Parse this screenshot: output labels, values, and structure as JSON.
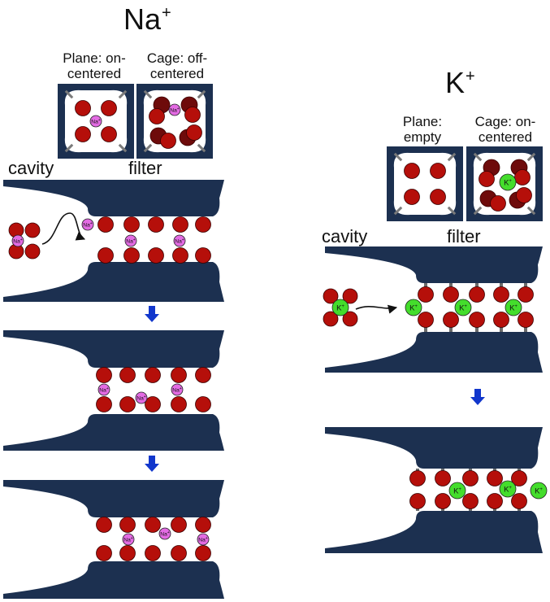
{
  "panels": {
    "na": {
      "title": "Na",
      "title_sup": "+",
      "plane_caption_1": "Plane: on-",
      "plane_caption_2": "centered",
      "cage_caption_1": "Cage: off-",
      "cage_caption_2": "centered",
      "cavity_label": "cavity",
      "filter_label": "filter",
      "ion_label": "Na",
      "ion_sup": "+",
      "ion_color": "#e36be3"
    },
    "k": {
      "title": "K",
      "title_sup": "+",
      "plane_caption_1": "Plane:",
      "plane_caption_2": "empty",
      "cage_caption_1": "Cage: on-",
      "cage_caption_2": "centered",
      "cavity_label": "cavity",
      "filter_label": "filter",
      "ion_label": "K",
      "ion_sup": "+",
      "ion_color": "#44dd2c"
    }
  },
  "colors": {
    "protein": "#1c3050",
    "oxygen": "#b50f0a",
    "oxygen_dark": "#6e0b0b",
    "arrow": "#1237cc",
    "text": "#111111"
  }
}
